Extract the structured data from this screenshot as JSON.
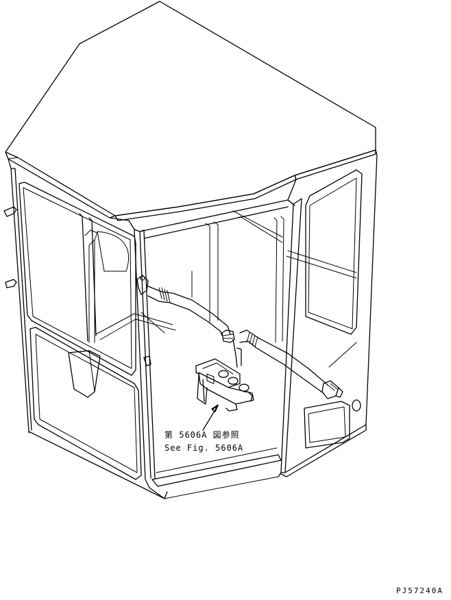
{
  "callout": {
    "reference_jp": "第 5606A 図参照",
    "reference_en": "See Fig. 5606A"
  },
  "drawing_number": "PJ57240A",
  "colors": {
    "line": "#000000",
    "background": "#ffffff"
  }
}
